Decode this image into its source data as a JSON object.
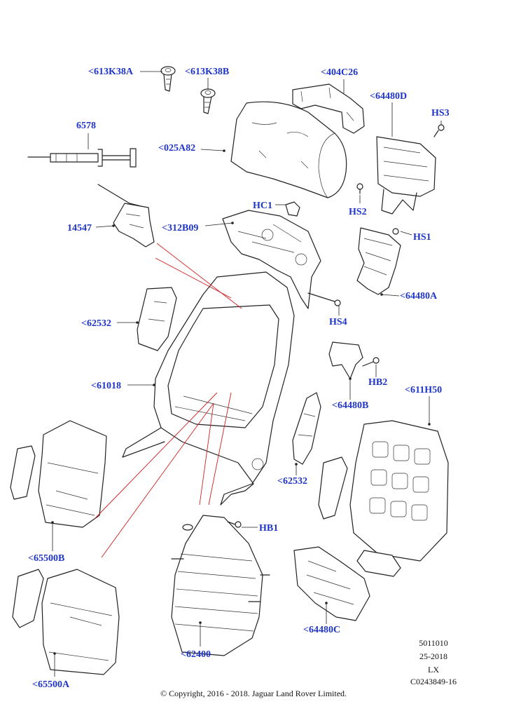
{
  "labels": {
    "l613k38a_1": "<613K38A",
    "l613k38b": "<613K38B",
    "l404c26": "<404C26",
    "l64480d": "<64480D",
    "lhs3": "HS3",
    "l6578": "6578",
    "l025a82": "<025A82",
    "lhc1": "HC1",
    "lhs2": "HS2",
    "lhs1": "HS1",
    "l14547": "14547",
    "l312b09": "<312B09",
    "l64480a": "<64480A",
    "lhs4": "HS4",
    "l62532_top": "<62532",
    "l61018": "<61018",
    "lhb2": "HB2",
    "l611h50": "<611H50",
    "l64480b": "<64480B",
    "l62532_bot": "<62532",
    "lhb1": "HB1",
    "l65500b": "<65500B",
    "l64480c": "<64480C",
    "l62400": "<62400",
    "l65500a": "<65500A"
  },
  "meta": {
    "code1": "5011010",
    "code2": "25-2018",
    "code3": "LX",
    "code4": "C0243849-16"
  },
  "copyright": "© Copyright, 2016 - 2018. Jaguar Land Rover Limited."
}
